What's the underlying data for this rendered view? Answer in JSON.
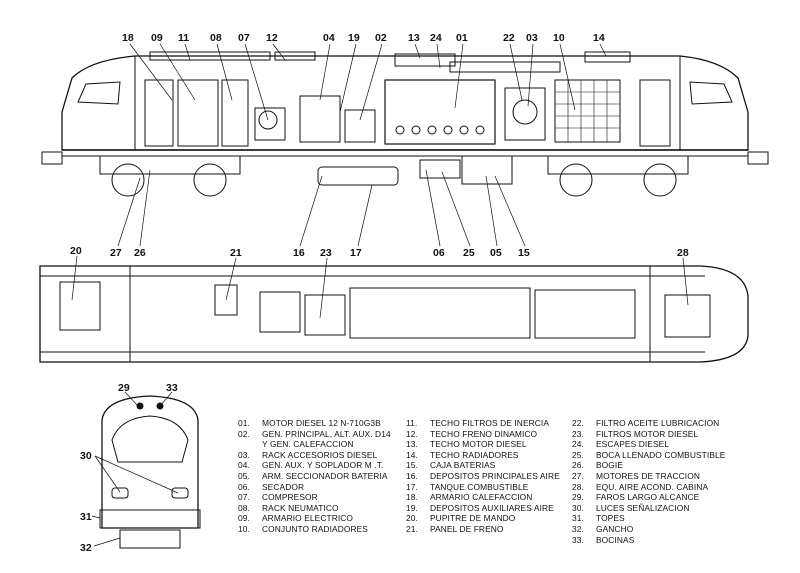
{
  "callouts": {
    "side": [
      "18",
      "09",
      "11",
      "08",
      "07",
      "12",
      "04",
      "19",
      "02",
      "13",
      "24",
      "01",
      "22",
      "03",
      "10",
      "14",
      "27",
      "26",
      "16",
      "17",
      "06",
      "25",
      "05",
      "15"
    ],
    "top": [
      "20",
      "21",
      "23",
      "28"
    ],
    "front": [
      "29",
      "33",
      "30",
      "31",
      "32"
    ]
  },
  "legend": [
    {
      "n": "01.",
      "t": "MOTOR DIESEL 12 N-710G3B"
    },
    {
      "n": "02.",
      "t": "GEN. PRINCIPAL, ALT. AUX. D14"
    },
    {
      "n": "",
      "t": "Y GEN. CALEFACCION"
    },
    {
      "n": "03.",
      "t": "RACK ACCESORIOS DIESEL"
    },
    {
      "n": "04.",
      "t": "GEN. AUX. Y SOPLADOR M .T."
    },
    {
      "n": "05.",
      "t": "ARM. SECCIONADOR BATERIA"
    },
    {
      "n": "06.",
      "t": "SECADOR"
    },
    {
      "n": "07.",
      "t": "COMPRESOR"
    },
    {
      "n": "08.",
      "t": "RACK NEUMATICO"
    },
    {
      "n": "09.",
      "t": "ARMARIO ELECTRICO"
    },
    {
      "n": "10.",
      "t": "CONJUNTO RADIADORES"
    },
    {
      "n": "11.",
      "t": "TECHO FILTROS DE INERCIA"
    },
    {
      "n": "12.",
      "t": "TECHO FRENO DINAMICO"
    },
    {
      "n": "13.",
      "t": "TECHO MOTOR DIESEL"
    },
    {
      "n": "14.",
      "t": "TECHO RADIADORES"
    },
    {
      "n": "15.",
      "t": "CAJA BATERIAS"
    },
    {
      "n": "16.",
      "t": "DEPOSITOS PRINCIPALES AIRE"
    },
    {
      "n": "17.",
      "t": "TANQUE COMBUSTIBLE"
    },
    {
      "n": "18.",
      "t": "ARMARIO CALEFACCION"
    },
    {
      "n": "19.",
      "t": "DEPOSITOS AUXILIARES AIRE"
    },
    {
      "n": "20.",
      "t": "PUPITRE DE MANDO"
    },
    {
      "n": "21.",
      "t": "PANEL DE FRENO"
    },
    {
      "n": "22.",
      "t": "FILTRO ACEITE LUBRICACION"
    },
    {
      "n": "23.",
      "t": "FILTROS MOTOR DIESEL"
    },
    {
      "n": "24.",
      "t": "ESCAPES DIESEL"
    },
    {
      "n": "25.",
      "t": "BOCA LLENADO COMBUSTIBLE"
    },
    {
      "n": "26.",
      "t": "BOGIE"
    },
    {
      "n": "27.",
      "t": "MOTORES DE TRACCION"
    },
    {
      "n": "28.",
      "t": "EQU. AIRE ACOND. CABINA"
    },
    {
      "n": "29.",
      "t": "FAROS LARGO ALCANCE"
    },
    {
      "n": "30.",
      "t": "LUCES SEÑALIZACION"
    },
    {
      "n": "31.",
      "t": "TOPES"
    },
    {
      "n": "32.",
      "t": "GANCHO"
    },
    {
      "n": "33.",
      "t": "BOCINAS"
    }
  ]
}
